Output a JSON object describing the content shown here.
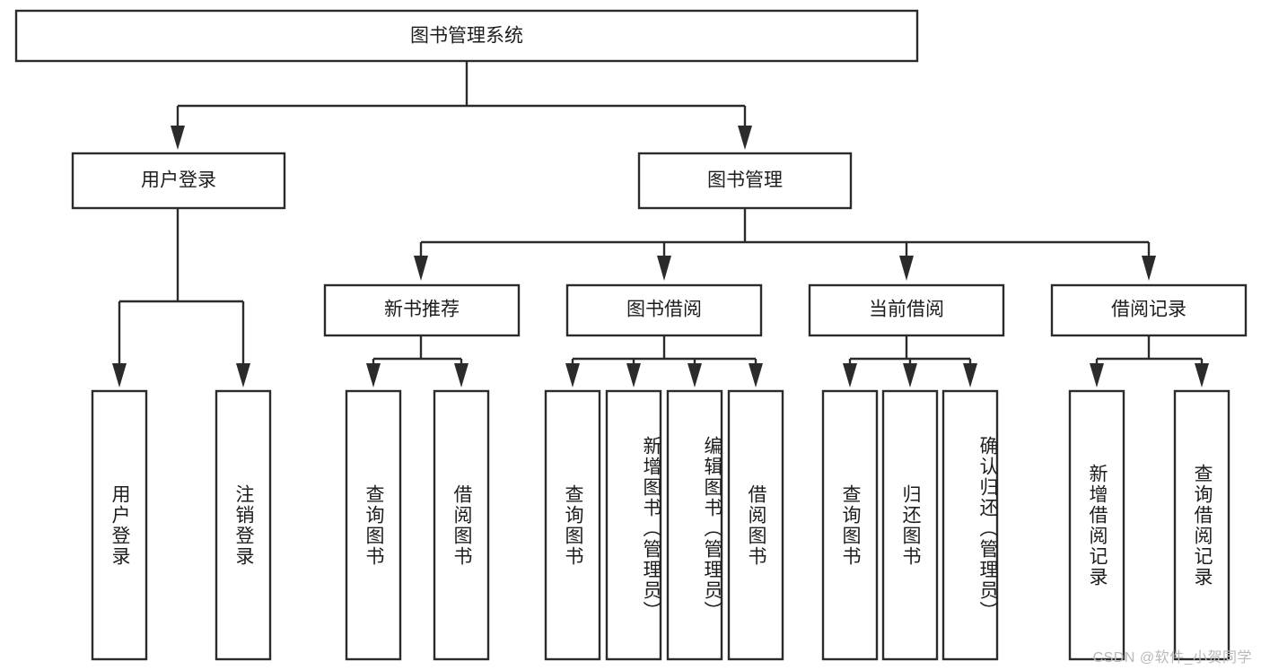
{
  "diagram": {
    "type": "hierarchy-tree",
    "title": "图书管理系统",
    "orientation": "top-down",
    "watermark": "CSDN @软件_小贺同学",
    "colors": {
      "box_stroke": "#2b2b2b",
      "box_fill": "#ffffff",
      "text": "#1d1d1d",
      "background": "#ffffff",
      "watermark": "#b9b9b9"
    },
    "root": {
      "label": "图书管理系统"
    },
    "level2": [
      {
        "label": "用户登录"
      },
      {
        "label": "图书管理"
      }
    ],
    "level3": [
      {
        "label": "新书推荐"
      },
      {
        "label": "图书借阅"
      },
      {
        "label": "当前借阅"
      },
      {
        "label": "借阅记录"
      }
    ],
    "leaves": {
      "user_login": [
        {
          "label": "用户登录"
        },
        {
          "label": "注销登录"
        }
      ],
      "new_book_recommend": [
        {
          "label": "查询图书"
        },
        {
          "label": "借阅图书"
        }
      ],
      "book_borrow": [
        {
          "label": "查询图书"
        },
        {
          "label": "新增图书（管理员）"
        },
        {
          "label": "编辑图书（管理员）"
        },
        {
          "label": "借阅图书"
        }
      ],
      "current_borrow": [
        {
          "label": "查询图书"
        },
        {
          "label": "归还图书"
        },
        {
          "label": "确认归还（管理员）"
        }
      ],
      "borrow_record": [
        {
          "label": "新增借阅记录"
        },
        {
          "label": "查询借阅记录"
        }
      ]
    }
  }
}
